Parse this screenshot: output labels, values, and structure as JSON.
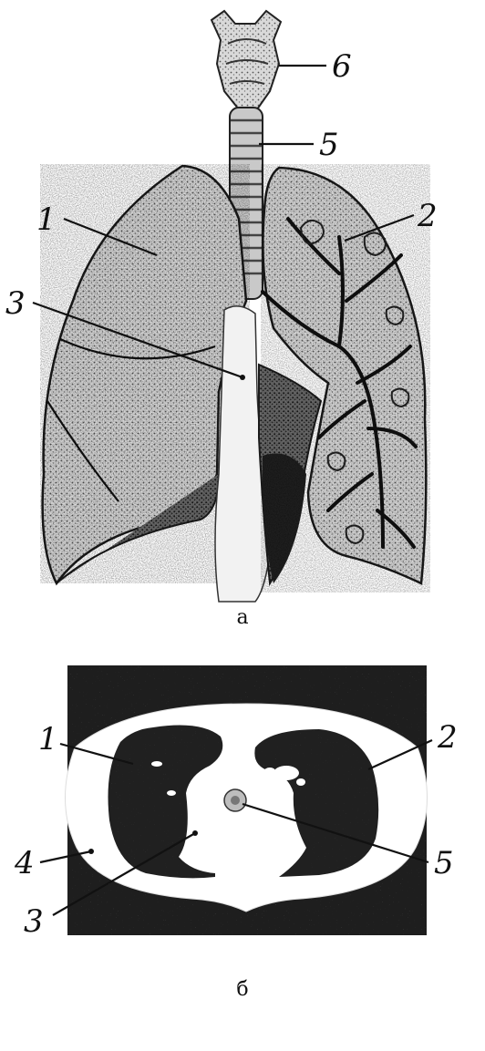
{
  "panel_a": {
    "caption": "а",
    "labels": {
      "l1": "1",
      "l2": "2",
      "l3": "3",
      "l5": "5",
      "l6": "6"
    }
  },
  "panel_b": {
    "caption": "б",
    "labels": {
      "l1": "1",
      "l2": "2",
      "l3": "3",
      "l4": "4",
      "l5": "5"
    }
  }
}
